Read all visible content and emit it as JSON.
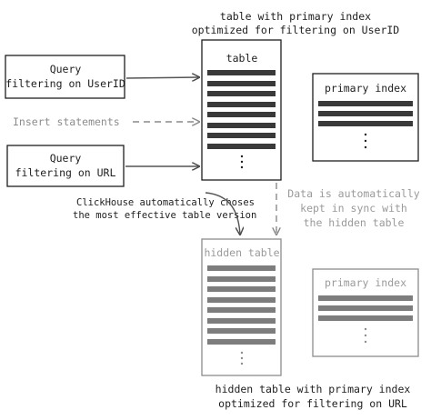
{
  "top_caption": [
    "table with primary index",
    "optimized for filtering on UserID"
  ],
  "bottom_caption": [
    "hidden table with primary index",
    "optimized for filtering on URL"
  ],
  "query_userid": [
    "Query",
    "filtering on UserID"
  ],
  "query_url": [
    "Query",
    "filtering on URL"
  ],
  "insert_label": "Insert statements",
  "auto_label": [
    "ClickHouse automatically choses",
    "the most effective table version"
  ],
  "sync_label": [
    "Data is automatically",
    "kept in sync with",
    "the hidden table"
  ],
  "table_title": "table",
  "hidden_table_title": "hidden table",
  "primary_index_label": "primary index",
  "hidden_primary_index_label": "primary index",
  "colors": {
    "ink": "#1e1e1e",
    "muted": "#8c8c8c",
    "muted_text": "#9a9a9a",
    "arrow": "#5a5a5a",
    "dark_row": "#3a3a3a",
    "light_row": "#7d7d7d"
  }
}
